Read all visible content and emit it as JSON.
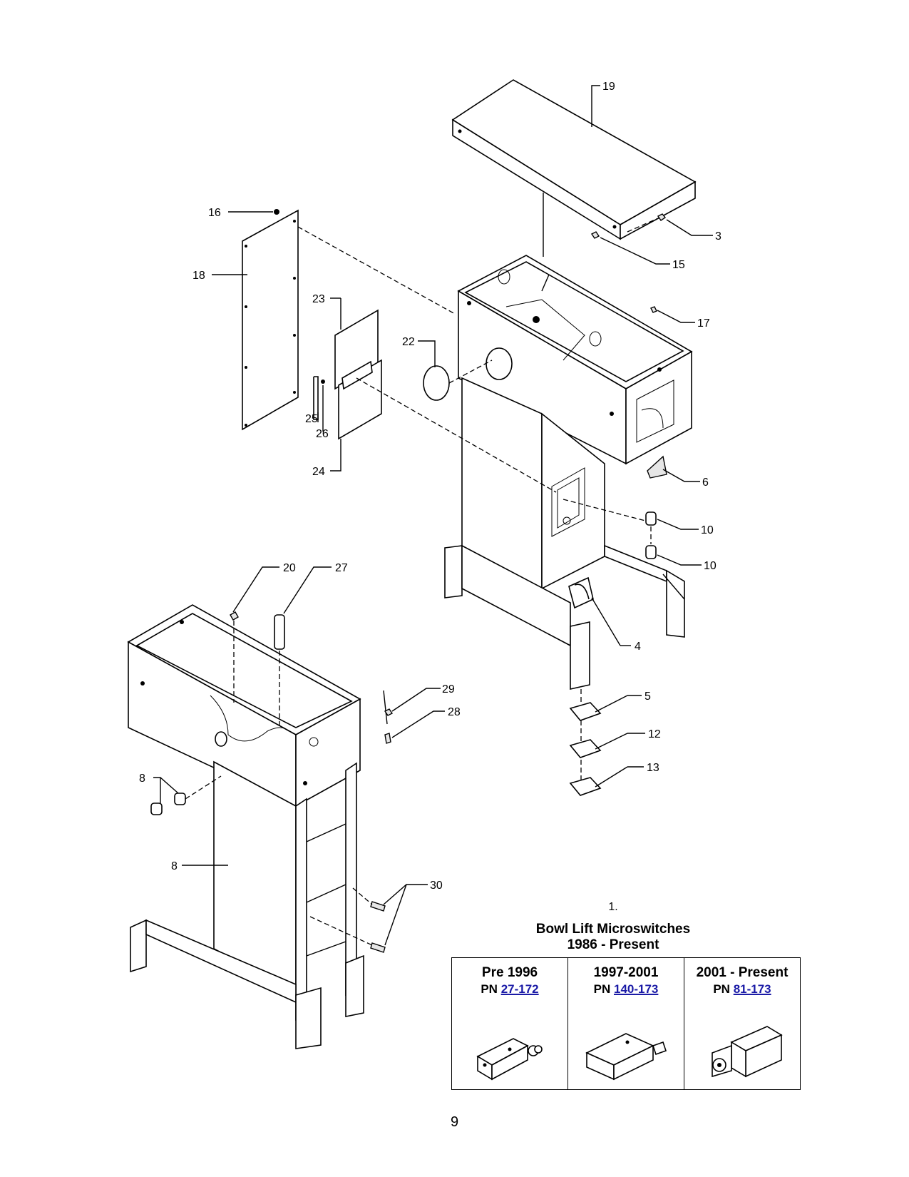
{
  "callouts": {
    "c19": "19",
    "c3": "3",
    "c15": "15",
    "c16": "16",
    "c18": "18",
    "c17": "17",
    "c23": "23",
    "c22": "22",
    "c25": "25",
    "c26": "26",
    "c24": "24",
    "c6": "6",
    "c10a": "10",
    "c10b": "10",
    "c20": "20",
    "c27": "27",
    "c4": "4",
    "c29": "29",
    "c28": "28",
    "c5": "5",
    "c12": "12",
    "c13": "13",
    "c8a": "8",
    "c8b": "8",
    "c30": "30"
  },
  "section": {
    "number": "1.",
    "title_line1": "Bowl Lift Microswitches",
    "title_line2": "1986 - Present"
  },
  "switches": [
    {
      "years": "Pre 1996",
      "pn_prefix": "PN",
      "pn": "27-172"
    },
    {
      "years": "1997-2001",
      "pn_prefix": "PN",
      "pn": "140-173"
    },
    {
      "years": "2001 - Present",
      "pn_prefix": "PN",
      "pn": "81-173"
    }
  ],
  "colors": {
    "link": "#1a1aa6",
    "line": "#000000"
  },
  "page_number": "9"
}
